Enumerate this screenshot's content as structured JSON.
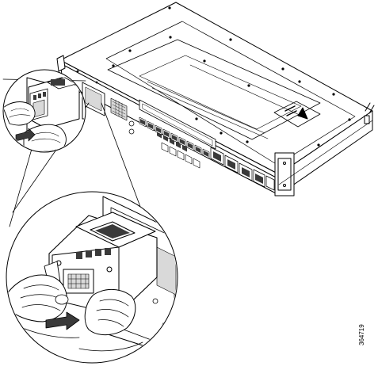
{
  "figure": {
    "id_label": "364719",
    "line_color": "#000000",
    "fill_color": "#ffffff",
    "shade_color": "#d9d9d9",
    "dark_color": "#3a3a3a"
  },
  "callouts": {
    "upper_action": "insert-power-supply-arrow",
    "lower_action": "push-power-supply-arrow"
  }
}
